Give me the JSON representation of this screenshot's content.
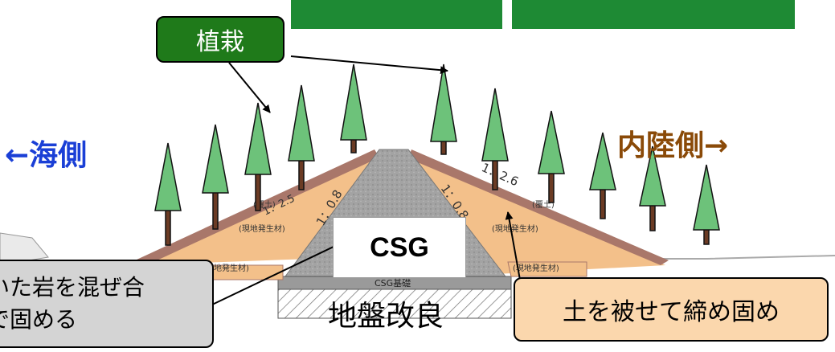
{
  "labels": {
    "planting": "植栽",
    "sea_side": "←海側",
    "inland_side": "内陸側→",
    "csg": "CSG",
    "ground_improvement": "地盤改良",
    "rock_note_line1": "いた岩を混ぜ合",
    "rock_note_line2": "で固める",
    "soil_note": "土を被せて締め固め"
  },
  "drawing_text": {
    "slope_left_outer": "1：2.5",
    "slope_right_outer": "1：2.6",
    "slope_left_core": "1：0.8",
    "slope_right_core": "1：0.8",
    "topsoil_left": "(覆土)",
    "topsoil_right": "(覆土)",
    "local_material_left_upper": "(現地発生材)",
    "local_material_right_upper": "(現地発生材)",
    "local_material_left_lower": "地発生材)",
    "local_material_right_lower": "(現地発生材)",
    "csg_foundation": "CSG基礎"
  },
  "colors": {
    "green_box": "#1e8a34",
    "tree_fill": "#6dc27a",
    "sea_blue": "#1a3fd6",
    "inland_brown": "#8a4a08",
    "embankment": "#f3c08a",
    "topsoil": "#a9776a",
    "csg_core": "#a3a3a3",
    "soil_note_bg": "#fbd7ad",
    "rock_note_bg": "#d4d4d4"
  }
}
